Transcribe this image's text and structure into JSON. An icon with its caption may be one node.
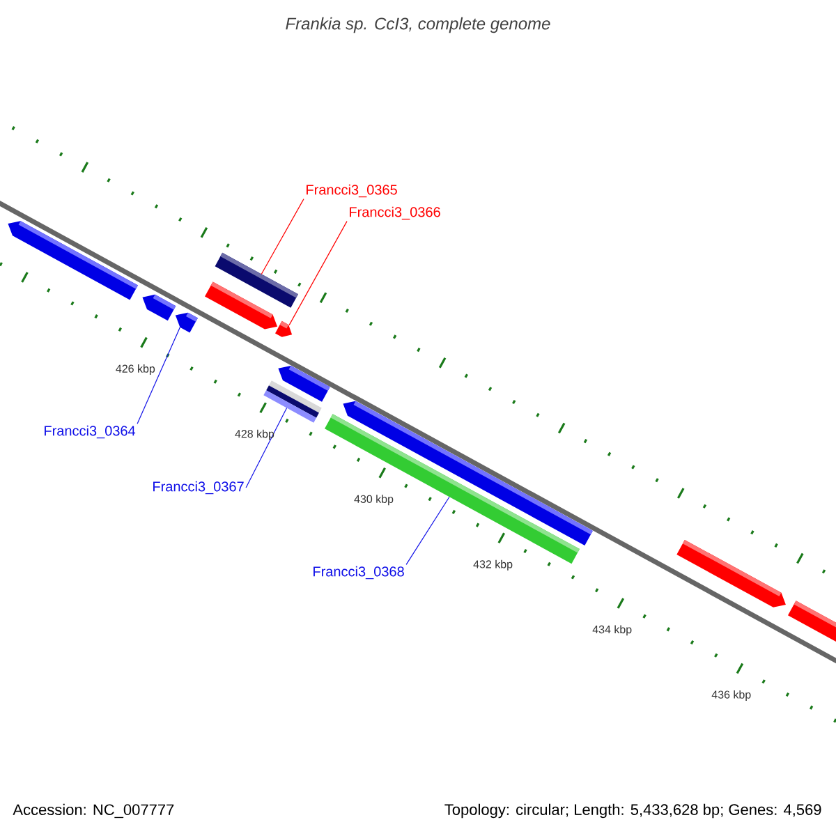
{
  "diagram": {
    "title": "Frankia sp. CcI3, complete genome",
    "nodes": [
      {
        "text": [
          "Francci3_0365"
        ]
      },
      {
        "text": [
          "Francci3_0366"
        ]
      },
      {
        "text": [
          "Francci3_0364"
        ]
      },
      {
        "text": [
          "Francci3_0367"
        ]
      },
      {
        "text": [
          "Francci3_0368"
        ]
      },
      {
        "text": [],
        "shape": "bar"
      },
      {
        "text": [],
        "shape": "bar"
      },
      {
        "text": [],
        "shape": "bar"
      },
      {
        "text": [],
        "shape": "bar"
      },
      {
        "text": [],
        "shape": "bar"
      }
    ],
    "edges": [
      {
        "from": 0,
        "to": 5,
        "arrow": "none",
        "color": "#ff0000"
      },
      {
        "from": 1,
        "to": 6,
        "arrow": "none",
        "color": "#ff0000"
      },
      {
        "from": 2,
        "to": 7,
        "arrow": "none"
      },
      {
        "from": 3,
        "to": 8,
        "arrow": "none"
      },
      {
        "from": 4,
        "to": 9,
        "arrow": "none"
      }
    ],
    "labels": [
      "426 kbp",
      "428 kbp",
      "430 kbp",
      "432 kbp",
      "434 kbp",
      "436 kbp",
      "Accession: NC_007777",
      "Topology: circular; Length: 5,433,628 bp; Genes: 4,569"
    ]
  }
}
